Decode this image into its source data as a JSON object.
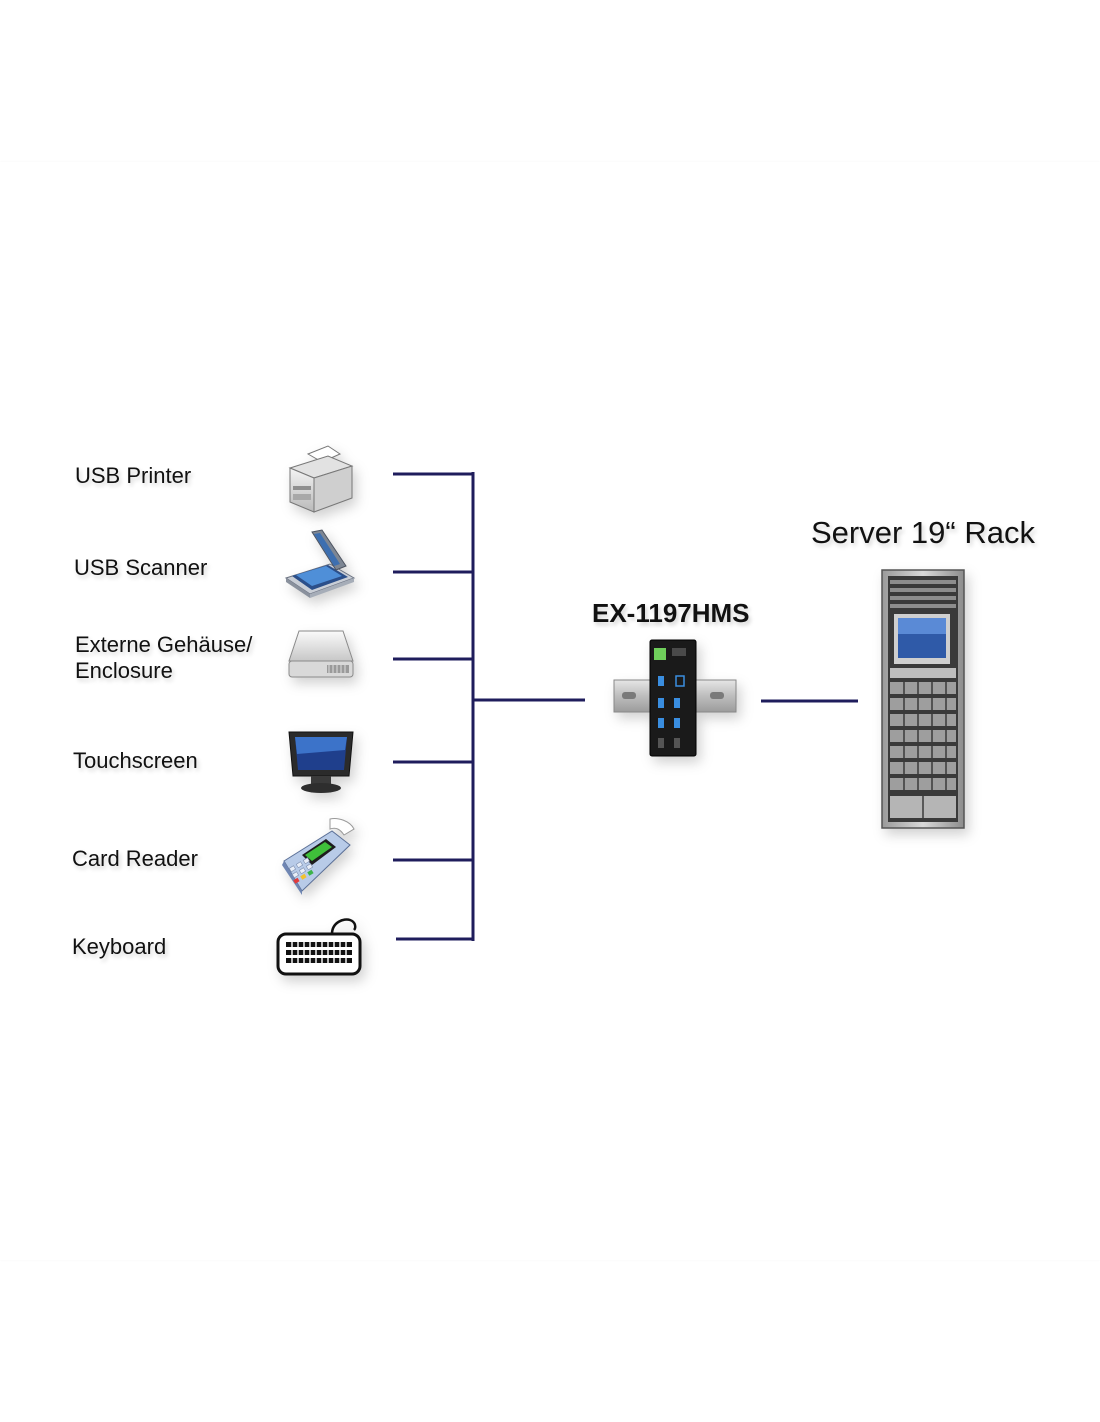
{
  "devices": [
    {
      "label": "USB Printer",
      "icon": "printer-icon"
    },
    {
      "label": "USB Scanner",
      "icon": "scanner-icon"
    },
    {
      "label_line1": "Externe Gehäuse/",
      "label_line2": "Enclosure",
      "icon": "hard-drive-icon"
    },
    {
      "label": "Touchscreen",
      "icon": "touchscreen-icon"
    },
    {
      "label": "Card Reader",
      "icon": "card-reader-icon"
    },
    {
      "label": "Keyboard",
      "icon": "keyboard-icon"
    }
  ],
  "hub": {
    "title": "EX-1197HMS",
    "icon": "usb-hub-icon"
  },
  "rack": {
    "title": "Server 19“ Rack",
    "icon": "server-rack-icon"
  },
  "colors": {
    "connector": "#1f1d5c",
    "background": "#ffffff"
  }
}
